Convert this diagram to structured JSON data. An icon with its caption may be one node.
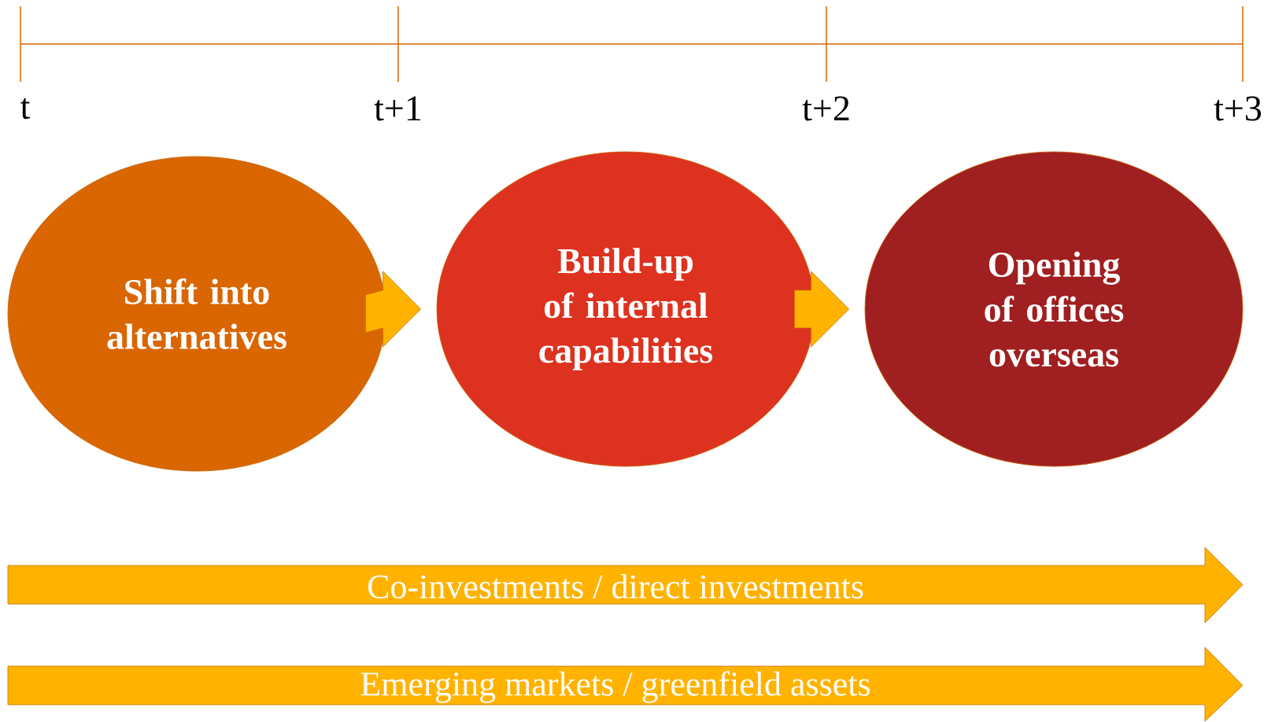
{
  "diagram": {
    "nodes": [
      {
        "text": [
          "Shift into alternatives"
        ]
      },
      {
        "text": [
          "Build-up of internal capabilities"
        ]
      },
      {
        "text": [
          "Opening of offices overseas"
        ]
      },
      {
        "text": [
          "Co-investments / direct investments"
        ]
      },
      {
        "text": [
          "Emerging markets / greenfield assets"
        ]
      }
    ],
    "edges": [
      {
        "from": 0,
        "to": 1,
        "arrow": "to"
      },
      {
        "from": 1,
        "to": 2,
        "arrow": "to"
      }
    ],
    "labels": [
      "t",
      "t+1",
      "t+2",
      "t+3"
    ]
  }
}
